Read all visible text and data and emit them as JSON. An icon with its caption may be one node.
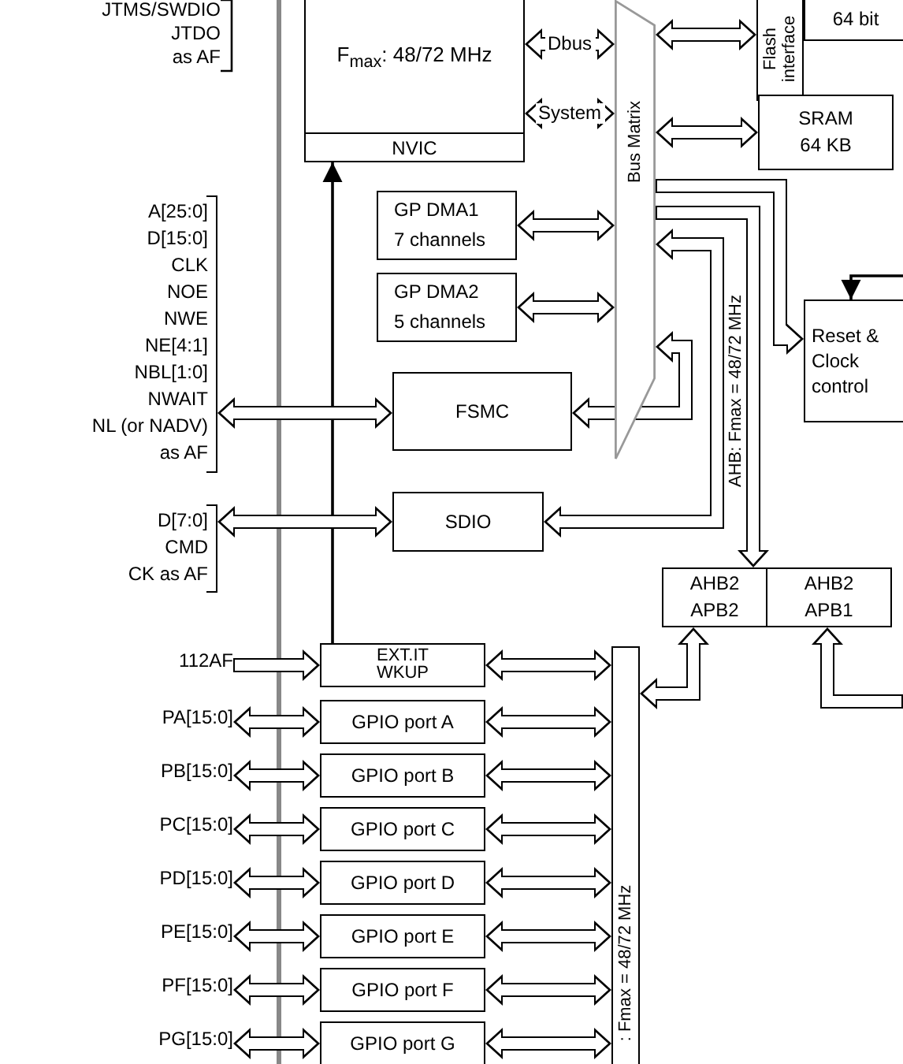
{
  "diagram": {
    "nodes": [
      {
        "text": [
          "F$_{max}$: 48/72 MHz"
        ]
      },
      {
        "text": [
          "NVIC"
        ],
        "in": 0
      },
      {
        "text": [
          "Flash interface"
        ]
      },
      {
        "text": [
          "64 bit"
        ]
      },
      {
        "text": [
          "Bus Matrix"
        ]
      },
      {
        "text": [
          "SRAM 64 KB"
        ]
      },
      {
        "text": [
          "GP DMA1",
          "7 channels"
        ]
      },
      {
        "text": [
          "GP DMA2",
          "5 channels"
        ]
      },
      {
        "text": [
          "FSMC"
        ]
      },
      {
        "text": [
          "SDIO"
        ]
      },
      {
        "text": [
          "Reset & Clock control"
        ]
      },
      {
        "text": [
          "AHB2 APB2"
        ]
      },
      {
        "text": [
          "AHB2 APB1"
        ]
      },
      {
        "text": [
          ": Fmax = 48/72 MHz"
        ]
      },
      {
        "text": [
          "EXT.IT WKUP"
        ]
      },
      {
        "text": [
          "GPIO port A"
        ]
      },
      {
        "text": [
          "GPIO port B"
        ]
      },
      {
        "text": [
          "GPIO port C"
        ]
      },
      {
        "text": [
          "GPIO port D"
        ]
      },
      {
        "text": [
          "GPIO port E"
        ]
      },
      {
        "text": [
          "GPIO port F"
        ]
      },
      {
        "text": [
          "GPIO port G"
        ]
      },
      {
        "text": [
          "A[25:0]",
          "D[15:0]",
          "CLK",
          "NOE",
          "NWE",
          "NE[4:1]",
          "NBL[1:0]",
          "NWAIT",
          "NL (or NADV)",
          "as AF"
        ]
      },
      {
        "text": [
          "D[7:0]",
          "CMD",
          "CK as AF"
        ]
      },
      {
        "text": [
          "112AF"
        ]
      },
      {
        "text": [
          "PA[15:0]"
        ]
      },
      {
        "text": [
          "PB[15:0]"
        ]
      },
      {
        "text": [
          "PC[15:0]"
        ]
      },
      {
        "text": [
          "PD[15:0]"
        ]
      },
      {
        "text": [
          "PE[15:0]"
        ]
      },
      {
        "text": [
          "PF[15:0]"
        ]
      },
      {
        "text": [
          "PG[15:0]"
        ]
      }
    ],
    "edges": [
      {
        "from": 0,
        "to": 4,
        "arrow": "both",
        "label": "Dbus"
      },
      {
        "from": 0,
        "to": 4,
        "arrow": "both",
        "label": "System"
      },
      {
        "from": 4,
        "to": 2,
        "arrow": "both"
      },
      {
        "from": 4,
        "to": 5,
        "arrow": "both"
      },
      {
        "from": 6,
        "to": 4,
        "arrow": "both"
      },
      {
        "from": 7,
        "to": 4,
        "arrow": "both"
      },
      {
        "from": 4,
        "to": 8,
        "arrow": "both"
      },
      {
        "from": 4,
        "to": 9,
        "arrow": "both"
      },
      {
        "from": 4,
        "to": 10,
        "arrow": "to"
      },
      {
        "from": 4,
        "to": 11,
        "arrow": "to"
      },
      {
        "from": null,
        "to": 10,
        "arrow": "to"
      },
      {
        "from": 11,
        "to": 13,
        "arrow": "both"
      },
      {
        "from": null,
        "to": 12,
        "arrow": "to"
      },
      {
        "from": 14,
        "to": 1,
        "arrow": "to"
      },
      {
        "from": 22,
        "to": 8,
        "arrow": "both"
      },
      {
        "from": 23,
        "to": 9,
        "arrow": "both"
      },
      {
        "from": 24,
        "to": 14,
        "arrow": "to"
      },
      {
        "from": 25,
        "to": 15,
        "arrow": "both"
      },
      {
        "from": 26,
        "to": 16,
        "arrow": "both"
      },
      {
        "from": 27,
        "to": 17,
        "arrow": "both"
      },
      {
        "from": 28,
        "to": 18,
        "arrow": "both"
      },
      {
        "from": 29,
        "to": 19,
        "arrow": "both"
      },
      {
        "from": 30,
        "to": 20,
        "arrow": "both"
      },
      {
        "from": 31,
        "to": 21,
        "arrow": "both"
      },
      {
        "from": 14,
        "to": 13,
        "arrow": "both"
      },
      {
        "from": 15,
        "to": 13,
        "arrow": "both"
      },
      {
        "from": 16,
        "to": 13,
        "arrow": "both"
      },
      {
        "from": 17,
        "to": 13,
        "arrow": "both"
      },
      {
        "from": 18,
        "to": 13,
        "arrow": "both"
      },
      {
        "from": 19,
        "to": 13,
        "arrow": "both"
      },
      {
        "from": 20,
        "to": 13,
        "arrow": "both"
      },
      {
        "from": 21,
        "to": 13,
        "arrow": "both"
      }
    ],
    "labels": [
      "JTMS/SWDIO",
      "JTDO",
      "as AF",
      "AHB: Fmax = 48/72 MHz"
    ]
  }
}
